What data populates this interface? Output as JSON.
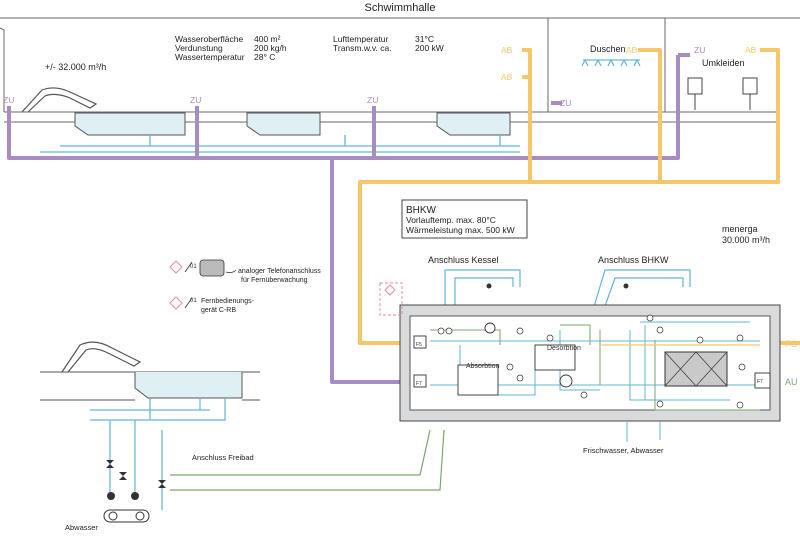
{
  "colors": {
    "supply_purple": "#a98bc4",
    "exhaust_orange": "#f6c66a",
    "water_blue": "#5fb6d6",
    "green_line": "#7aa66e",
    "unit_grey": "#d9dadb",
    "line_dark": "#3a3a3a",
    "pink": "#e38bb0"
  },
  "hall": {
    "title": "Schwimmhalle",
    "spec_block_1": [
      {
        "label": "Wasseroberfläche",
        "value": "400 m²"
      },
      {
        "label": "Verdunstung",
        "value": "200 kg/h"
      },
      {
        "label": "Wassertemperatur",
        "value": "28° C"
      }
    ],
    "spec_block_2": [
      {
        "label": "Lufttemperatur",
        "value": "31°C"
      },
      {
        "label": "Transm.w.v. ca.",
        "value": "200 kW"
      }
    ],
    "airflow": "+/- 32.000 m³/h",
    "zones": {
      "showers": "Duschen",
      "changing": "Umkleiden"
    }
  },
  "tags": {
    "supply": "ZU",
    "exhaust": "AB",
    "fortluft": "FO",
    "aussenluft": "AU"
  },
  "bhkw_box": {
    "title": "BHKW",
    "line1": "Vorlauftemp. max. 80°C",
    "line2": "Wärmeleistung max. 500 kW"
  },
  "unit": {
    "name": "menerga",
    "airflow": "30.000 m³/h",
    "absorption": "Absorbtion",
    "desorption": "Desorbtion",
    "connection_boiler": "Anschluss Kessel",
    "connection_bhkw": "Anschluss BHKW",
    "freshwater_wastewater": "Frischwasser, Abwasser"
  },
  "legend": {
    "item1_num": "01",
    "item1_text_1": "analoger Telefonanschluss",
    "item1_text_2": "für Fernüberwachung",
    "item2_num": "01",
    "item2_text_1": "Fernbedienungs-",
    "item2_text_2": "gerät C-RB"
  },
  "outdoor": {
    "connection": "Anschluss Freibad",
    "wastewater": "Abwasser"
  }
}
